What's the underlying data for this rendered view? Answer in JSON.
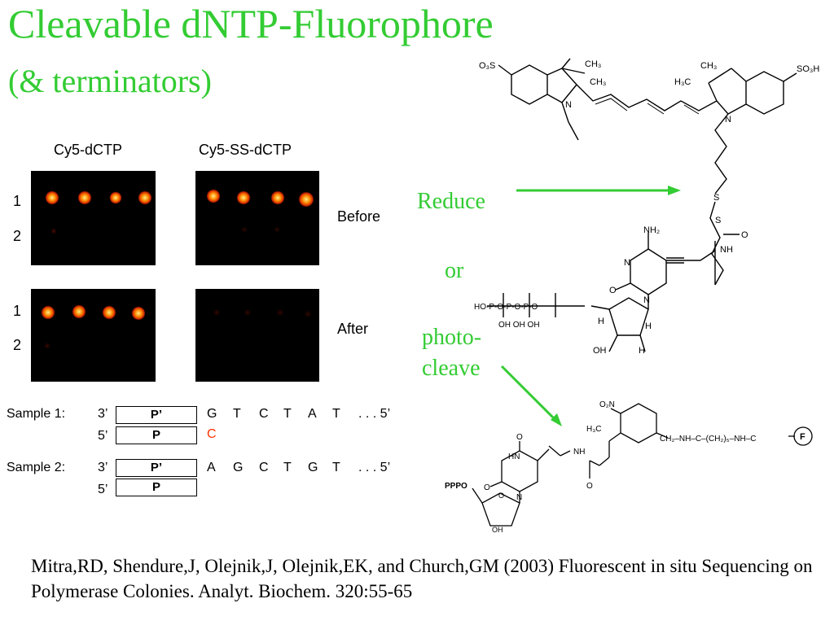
{
  "title": "Cleavable dNTP-Fluorophore",
  "subtitle": "(& terminators)",
  "gel": {
    "columns": [
      "Cy5-dCTP",
      "Cy5-SS-dCTP"
    ],
    "row_labels": [
      "1",
      "2"
    ],
    "conditions": [
      "Before",
      "After"
    ]
  },
  "arrow_labels": {
    "reduce": "Reduce",
    "or": "or",
    "photocleave_1": "photo-",
    "photocleave_2": "cleave"
  },
  "samples": [
    {
      "label": "Sample 1:",
      "top_prime": "3’",
      "top_box": "P’",
      "top_seq": [
        "G",
        "T",
        "C",
        "T",
        "A",
        "T"
      ],
      "bottom_prime": "5’",
      "bottom_box": "P",
      "added_base": "C",
      "tail": ". . . 5’"
    },
    {
      "label": "Sample 2:",
      "top_prime": "3’",
      "top_box": "P’",
      "top_seq": [
        "A",
        "G",
        "C",
        "T",
        "G",
        "T"
      ],
      "bottom_prime": "5’",
      "bottom_box": "P",
      "added_base": "",
      "tail": ". . . 5’"
    }
  ],
  "chem_upper": {
    "so3_left": "O₃S",
    "ch3_a": "CH₃",
    "ch3_b": "CH₃",
    "ch3_c": "CH₃",
    "h3c": "H₃C",
    "so3h": "SO₃H",
    "n_plus": "N",
    "n_right": "N",
    "s1": "S",
    "s2": "S",
    "o": "O",
    "nh": "NH",
    "nh2": "NH₂",
    "n_ring": "N",
    "n_ring2": "N",
    "o_ring": "O",
    "phos": "HO-P-O-P-O-P-O",
    "oh_row": "OH  OH  OH",
    "h1": "H",
    "h2": "H",
    "oh": "OH",
    "h3": "H"
  },
  "chem_lower": {
    "o2n": "O₂N",
    "h3c": "H₃C",
    "linker": "CH₂–NH–C–(CH₂)₅–NH–C",
    "f": "F",
    "hn": "HN",
    "o1": "O",
    "o2": "O",
    "n": "N",
    "nh": "NH",
    "o3": "O",
    "ppp": "PPPO",
    "oh": "OH",
    "o_ring": "O"
  },
  "citation": "Mitra,RD, Shendure,J, Olejnik,J, Olejnik,EK, and Church,GM (2003) Fluorescent in situ Sequencing on Polymerase Colonies. Analyt. Biochem. 320:55-65",
  "colors": {
    "accent_green": "#33cc33",
    "added_base": "#ff3300",
    "spot_core": "#ffee88",
    "spot_edge": "#ff3300"
  }
}
